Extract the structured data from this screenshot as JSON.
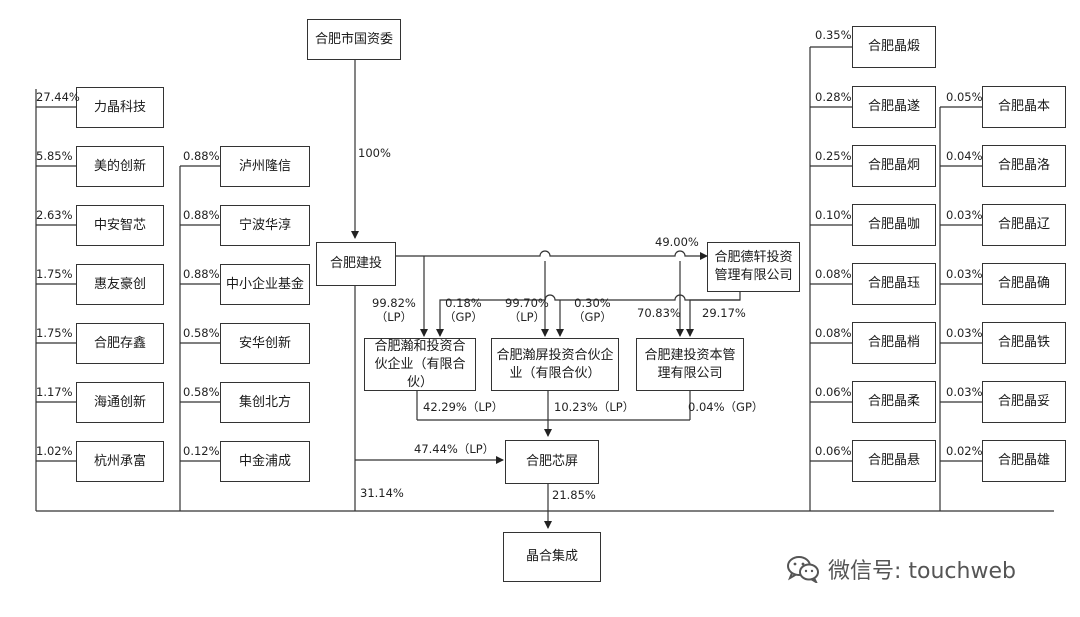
{
  "entities": {
    "sasac": "合肥市国资委",
    "jiantou": "合肥建投",
    "dexuan": "合肥德轩投资管理有限公司",
    "hanhe": "合肥瀚和投资合伙企业（有限合伙）",
    "hanping": "合肥瀚屏投资合伙企业（有限合伙）",
    "capital": "合肥建投资本管理有限公司",
    "xinping": "合肥芯屏",
    "jinghe": "晶合集成",
    "left_a": [
      "力晶科技",
      "美的创新",
      "中安智芯",
      "惠友豪创",
      "合肥存鑫",
      "海通创新",
      "杭州承富"
    ],
    "left_b": [
      "泸州隆信",
      "宁波华淳",
      "中小企业基金",
      "安华创新",
      "集创北方",
      "中金浦成"
    ],
    "right_a": [
      "合肥晶煅",
      "合肥晶遂",
      "合肥晶炯",
      "合肥晶咖",
      "合肥晶珏",
      "合肥晶梢",
      "合肥晶柔",
      "合肥晶悬"
    ],
    "right_b": [
      "合肥晶本",
      "合肥晶洛",
      "合肥晶辽",
      "合肥晶确",
      "合肥晶铁",
      "合肥晶妥",
      "合肥晶雄"
    ]
  },
  "percents": {
    "left_a": [
      "27.44%",
      "5.85%",
      "2.63%",
      "1.75%",
      "1.75%",
      "1.17%",
      "1.02%"
    ],
    "left_b": [
      "0.88%",
      "0.88%",
      "0.88%",
      "0.58%",
      "0.58%",
      "0.12%"
    ],
    "right_a": [
      "0.35%",
      "0.28%",
      "0.25%",
      "0.10%",
      "0.08%",
      "0.08%",
      "0.06%",
      "0.06%"
    ],
    "right_b": [
      "0.05%",
      "0.04%",
      "0.03%",
      "0.03%",
      "0.03%",
      "0.03%",
      "0.02%"
    ],
    "sasac_jiantou": "100%",
    "jiantou_dexuan": "49.00%",
    "hanhe_lp": "99.82%\n（LP）",
    "hanhe_gp": "0.18%\n（GP）",
    "hanping_lp": "99.70%\n（LP）",
    "hanping_gp": "0.30%\n（GP）",
    "capital_jt": "70.83%",
    "capital_dx": "29.17%",
    "hanhe_xinping": "42.29%（LP）",
    "hanping_xinping": "10.23%（LP）",
    "capital_xinping": "0.04%（GP）",
    "jiantou_xinping": "47.44%（LP）",
    "jiantou_jinghe": "31.14%",
    "xinping_jinghe": "21.85%"
  },
  "watermark": {
    "icon": "wechat-icon",
    "text": "微信号: touchweb"
  }
}
